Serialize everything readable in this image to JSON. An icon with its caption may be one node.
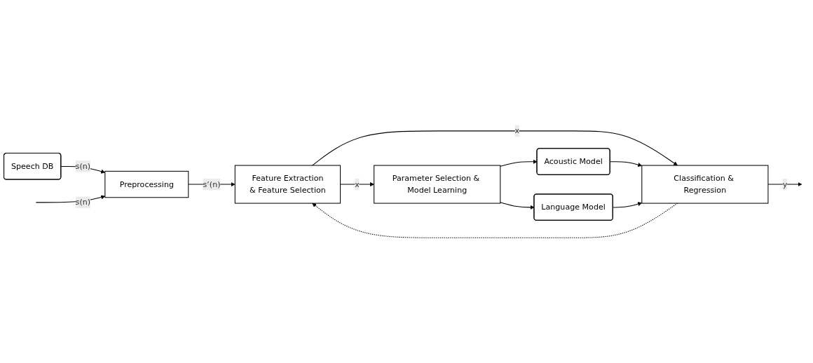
{
  "diagram": {
    "nodes": [
      {
        "text": [
          "Speech DB"
        ]
      },
      {
        "text": [
          "Preprocessing"
        ]
      },
      {
        "text": [
          "Feature Extraction",
          "& Feature Selection"
        ]
      },
      {
        "text": [
          "Parameter Selection & Model Learning"
        ]
      },
      {
        "text": [
          "Acoustic Model"
        ]
      },
      {
        "text": [
          "Language Model"
        ]
      },
      {
        "text": [
          "Classification & Regression"
        ]
      }
    ],
    "edges": [
      {
        "from": 0,
        "to": 1,
        "arrow": "to",
        "label": "s(n)"
      },
      {
        "from": null,
        "to": 1,
        "arrow": "to",
        "label": "s(n)"
      },
      {
        "from": 1,
        "to": 2,
        "arrow": "to",
        "label": "s’(n)"
      },
      {
        "from": 2,
        "to": 3,
        "arrow": "to",
        "label": "x"
      },
      {
        "from": 3,
        "to": 4,
        "arrow": "to"
      },
      {
        "from": 3,
        "to": 5,
        "arrow": "to"
      },
      {
        "from": 2,
        "to": 6,
        "arrow": "to",
        "label": "x"
      },
      {
        "from": 4,
        "to": 6,
        "arrow": "to"
      },
      {
        "from": 5,
        "to": 6,
        "arrow": "to"
      },
      {
        "from": 6,
        "to": 2,
        "arrow": "to",
        "style": "dashed"
      },
      {
        "from": 6,
        "to": null,
        "arrow": "to",
        "label": "y"
      }
    ]
  }
}
